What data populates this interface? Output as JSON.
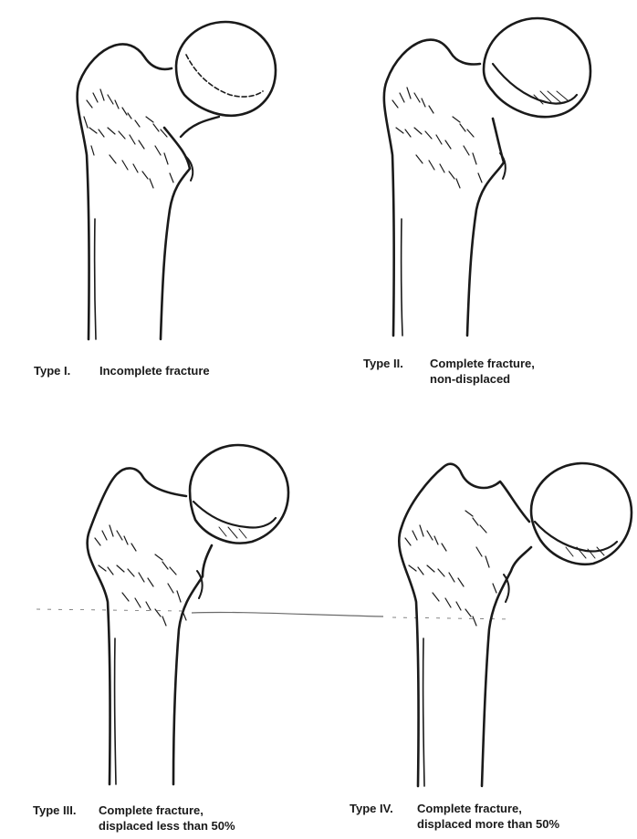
{
  "figure": {
    "panels": [
      {
        "id": "type-1",
        "type_label": "Type I.",
        "description_lines": [
          "Incomplete fracture"
        ]
      },
      {
        "id": "type-2",
        "type_label": "Type II.",
        "description_lines": [
          "Complete fracture,",
          "non-displaced"
        ]
      },
      {
        "id": "type-3",
        "type_label": "Type III.",
        "description_lines": [
          "Complete fracture,",
          "displaced less than 50%"
        ]
      },
      {
        "id": "type-4",
        "type_label": "Type IV.",
        "description_lines": [
          "Complete fracture,",
          "displaced more than 50%"
        ]
      }
    ],
    "line_color": "#1a1a1a",
    "background_color": "#ffffff"
  }
}
